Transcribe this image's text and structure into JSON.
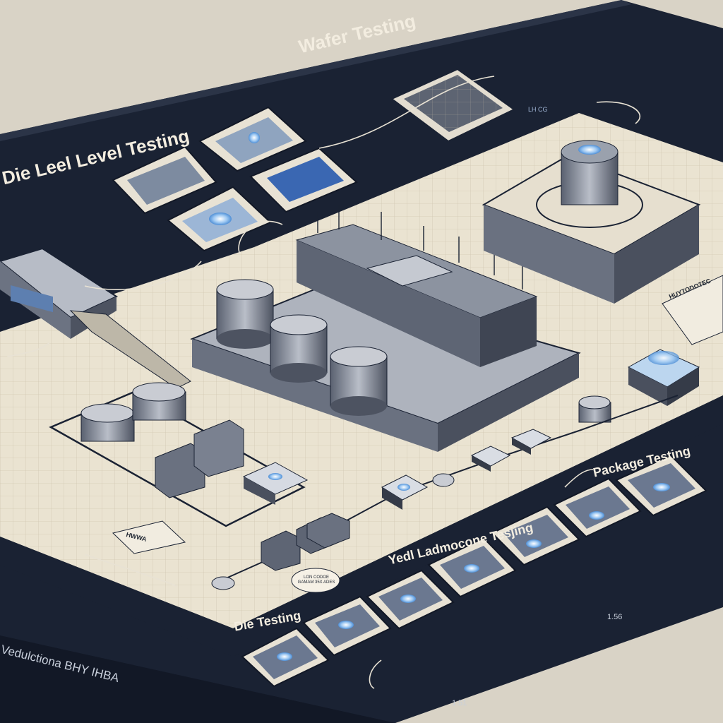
{
  "titles": {
    "wafer_testing": "Wafer Testing",
    "die_level_testing": "Die Leel Level Testing",
    "package_testing": "Package Testing",
    "yield_testing": "Yedl Ladmocone Tesjing",
    "die_testing": "Die Testing",
    "footer": "Vedulctiona BHY IHBA"
  },
  "callouts": {
    "bubble": "LON CODOE GAMAM 35X ADES",
    "sign_right": "HUYTODOTEC",
    "sign_left": "HWWA",
    "small_tag": "LH CG",
    "page_mark_1": "1.56",
    "page_mark_2": "1.51"
  },
  "colors": {
    "board": "#1a2233",
    "paper": "#eae3d1",
    "grid": "#c9bfa8",
    "chip_blue": "#4f8fd6"
  }
}
